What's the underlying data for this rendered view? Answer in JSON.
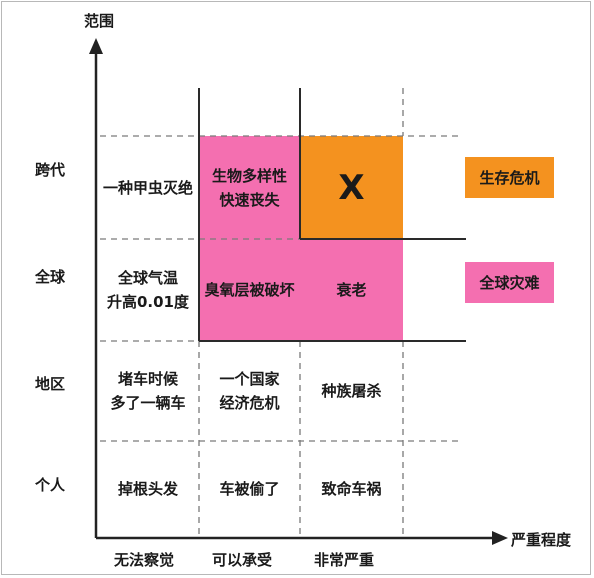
{
  "axes": {
    "y_title": "范围",
    "x_title": "严重程度",
    "rows": [
      "跨代",
      "全球",
      "地区",
      "个人"
    ],
    "cols": [
      "无法察觉",
      "可以承受",
      "非常严重"
    ]
  },
  "cells": {
    "r0c0": [
      "一种甲虫灭绝"
    ],
    "r0c1": [
      "生物多样性",
      "快速丧失"
    ],
    "r0c2": [
      "X"
    ],
    "r1c0": [
      "全球气温",
      "升高0.01度"
    ],
    "r1c1": [
      "臭氧层被破坏"
    ],
    "r1c2": [
      "衰老"
    ],
    "r2c0": [
      "堵车时候",
      "多了一辆车"
    ],
    "r2c1": [
      "一个国家",
      "经济危机"
    ],
    "r2c2": [
      "种族屠杀"
    ],
    "r3c0": [
      "掉根头发"
    ],
    "r3c1": [
      "车被偷了"
    ],
    "r3c2": [
      "致命车祸"
    ]
  },
  "legend": {
    "orange": "生存危机",
    "pink": "全球灾难"
  },
  "colors": {
    "pink": "#f46fb0",
    "orange": "#f4921f",
    "axis": "#222222",
    "dash": "#7a7a7a"
  }
}
